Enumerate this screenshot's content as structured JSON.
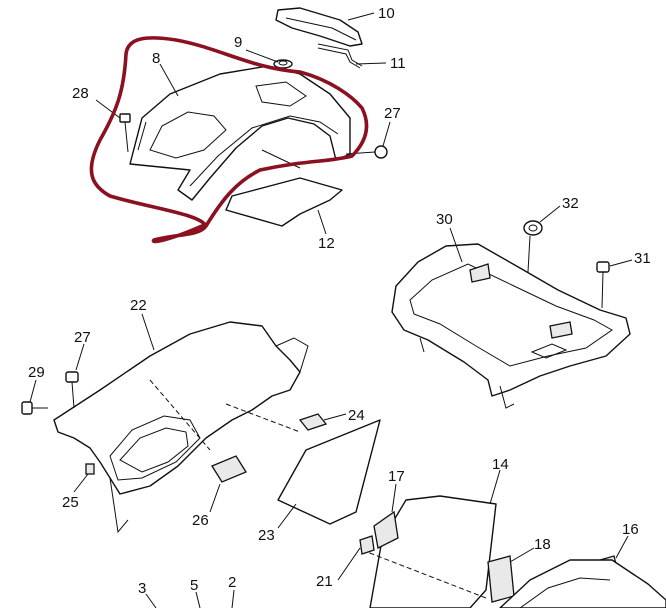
{
  "colors": {
    "line": "#111111",
    "highlight": "#8b1020",
    "background": "#ffffff"
  },
  "callouts": {
    "c2": "2",
    "c3": "3",
    "c5": "5",
    "c8": "8",
    "c9": "9",
    "c10": "10",
    "c11": "11",
    "c12": "12",
    "c14": "14",
    "c16": "16",
    "c17": "17",
    "c18": "18",
    "c21": "21",
    "c22": "22",
    "c23": "23",
    "c24": "24",
    "c25": "25",
    "c26": "26",
    "c27a": "27",
    "c27b": "27",
    "c28": "28",
    "c29": "29",
    "c30": "30",
    "c31": "31",
    "c32": "32"
  }
}
